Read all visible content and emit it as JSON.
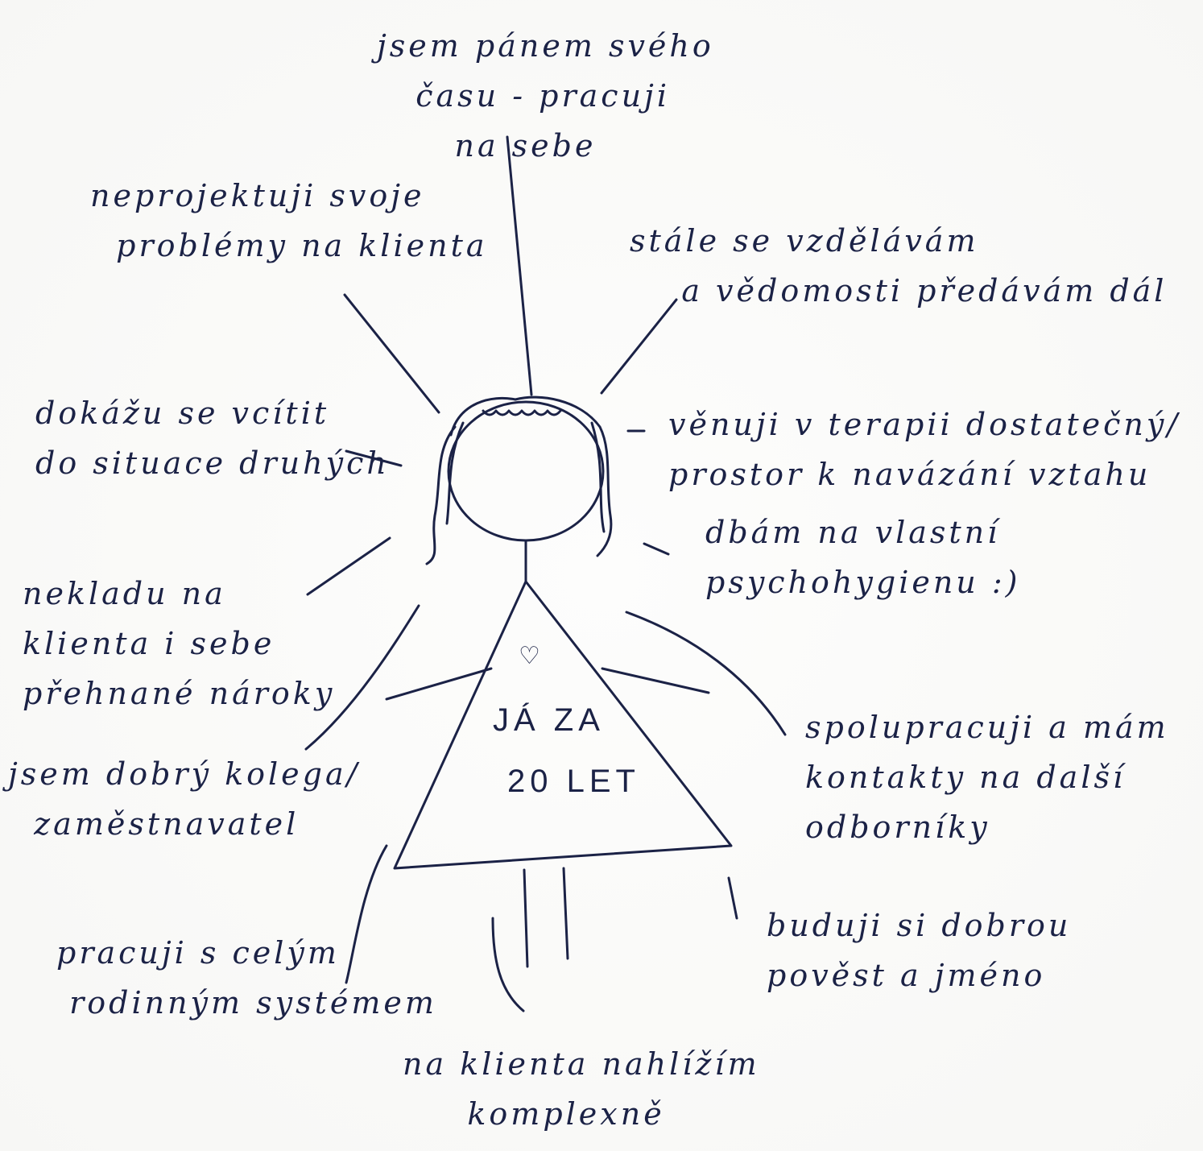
{
  "figure": {
    "shirt_lines": [
      "JÁ ZA",
      "20 LET"
    ],
    "heart_glyph": "♡"
  },
  "notes": {
    "top": "jsem pánem svého\n   času - pracuji\n      na sebe",
    "upper_left": "neprojektuji svoje\n  problémy na klienta",
    "upper_right": "stále se vzdělávám\n    a vědomosti předávám dál",
    "left": "dokážu se vcítit\ndo situace druhých",
    "right": "věnuji v terapii dostatečný/\nprostor k navázání vztahu",
    "right_mid": "dbám na vlastní\npsychohygienu :)",
    "middle_left": "nekladu na\nklienta i sebe\npřehnané nároky",
    "lower_left": "jsem dobrý kolega/\n  zaměstnavatel",
    "lower_right": "spolupracuji a mám\nkontakty na další\nodborníky",
    "bottom_left": "pracuji s celým\n rodinným systémem",
    "bottom_right": "buduji si dobrou\npověst a jméno",
    "bottom": "na klienta nahlížím\n     komplexně"
  },
  "colors": {
    "ink": "#1b2246",
    "paper": "#fbfbfa"
  }
}
